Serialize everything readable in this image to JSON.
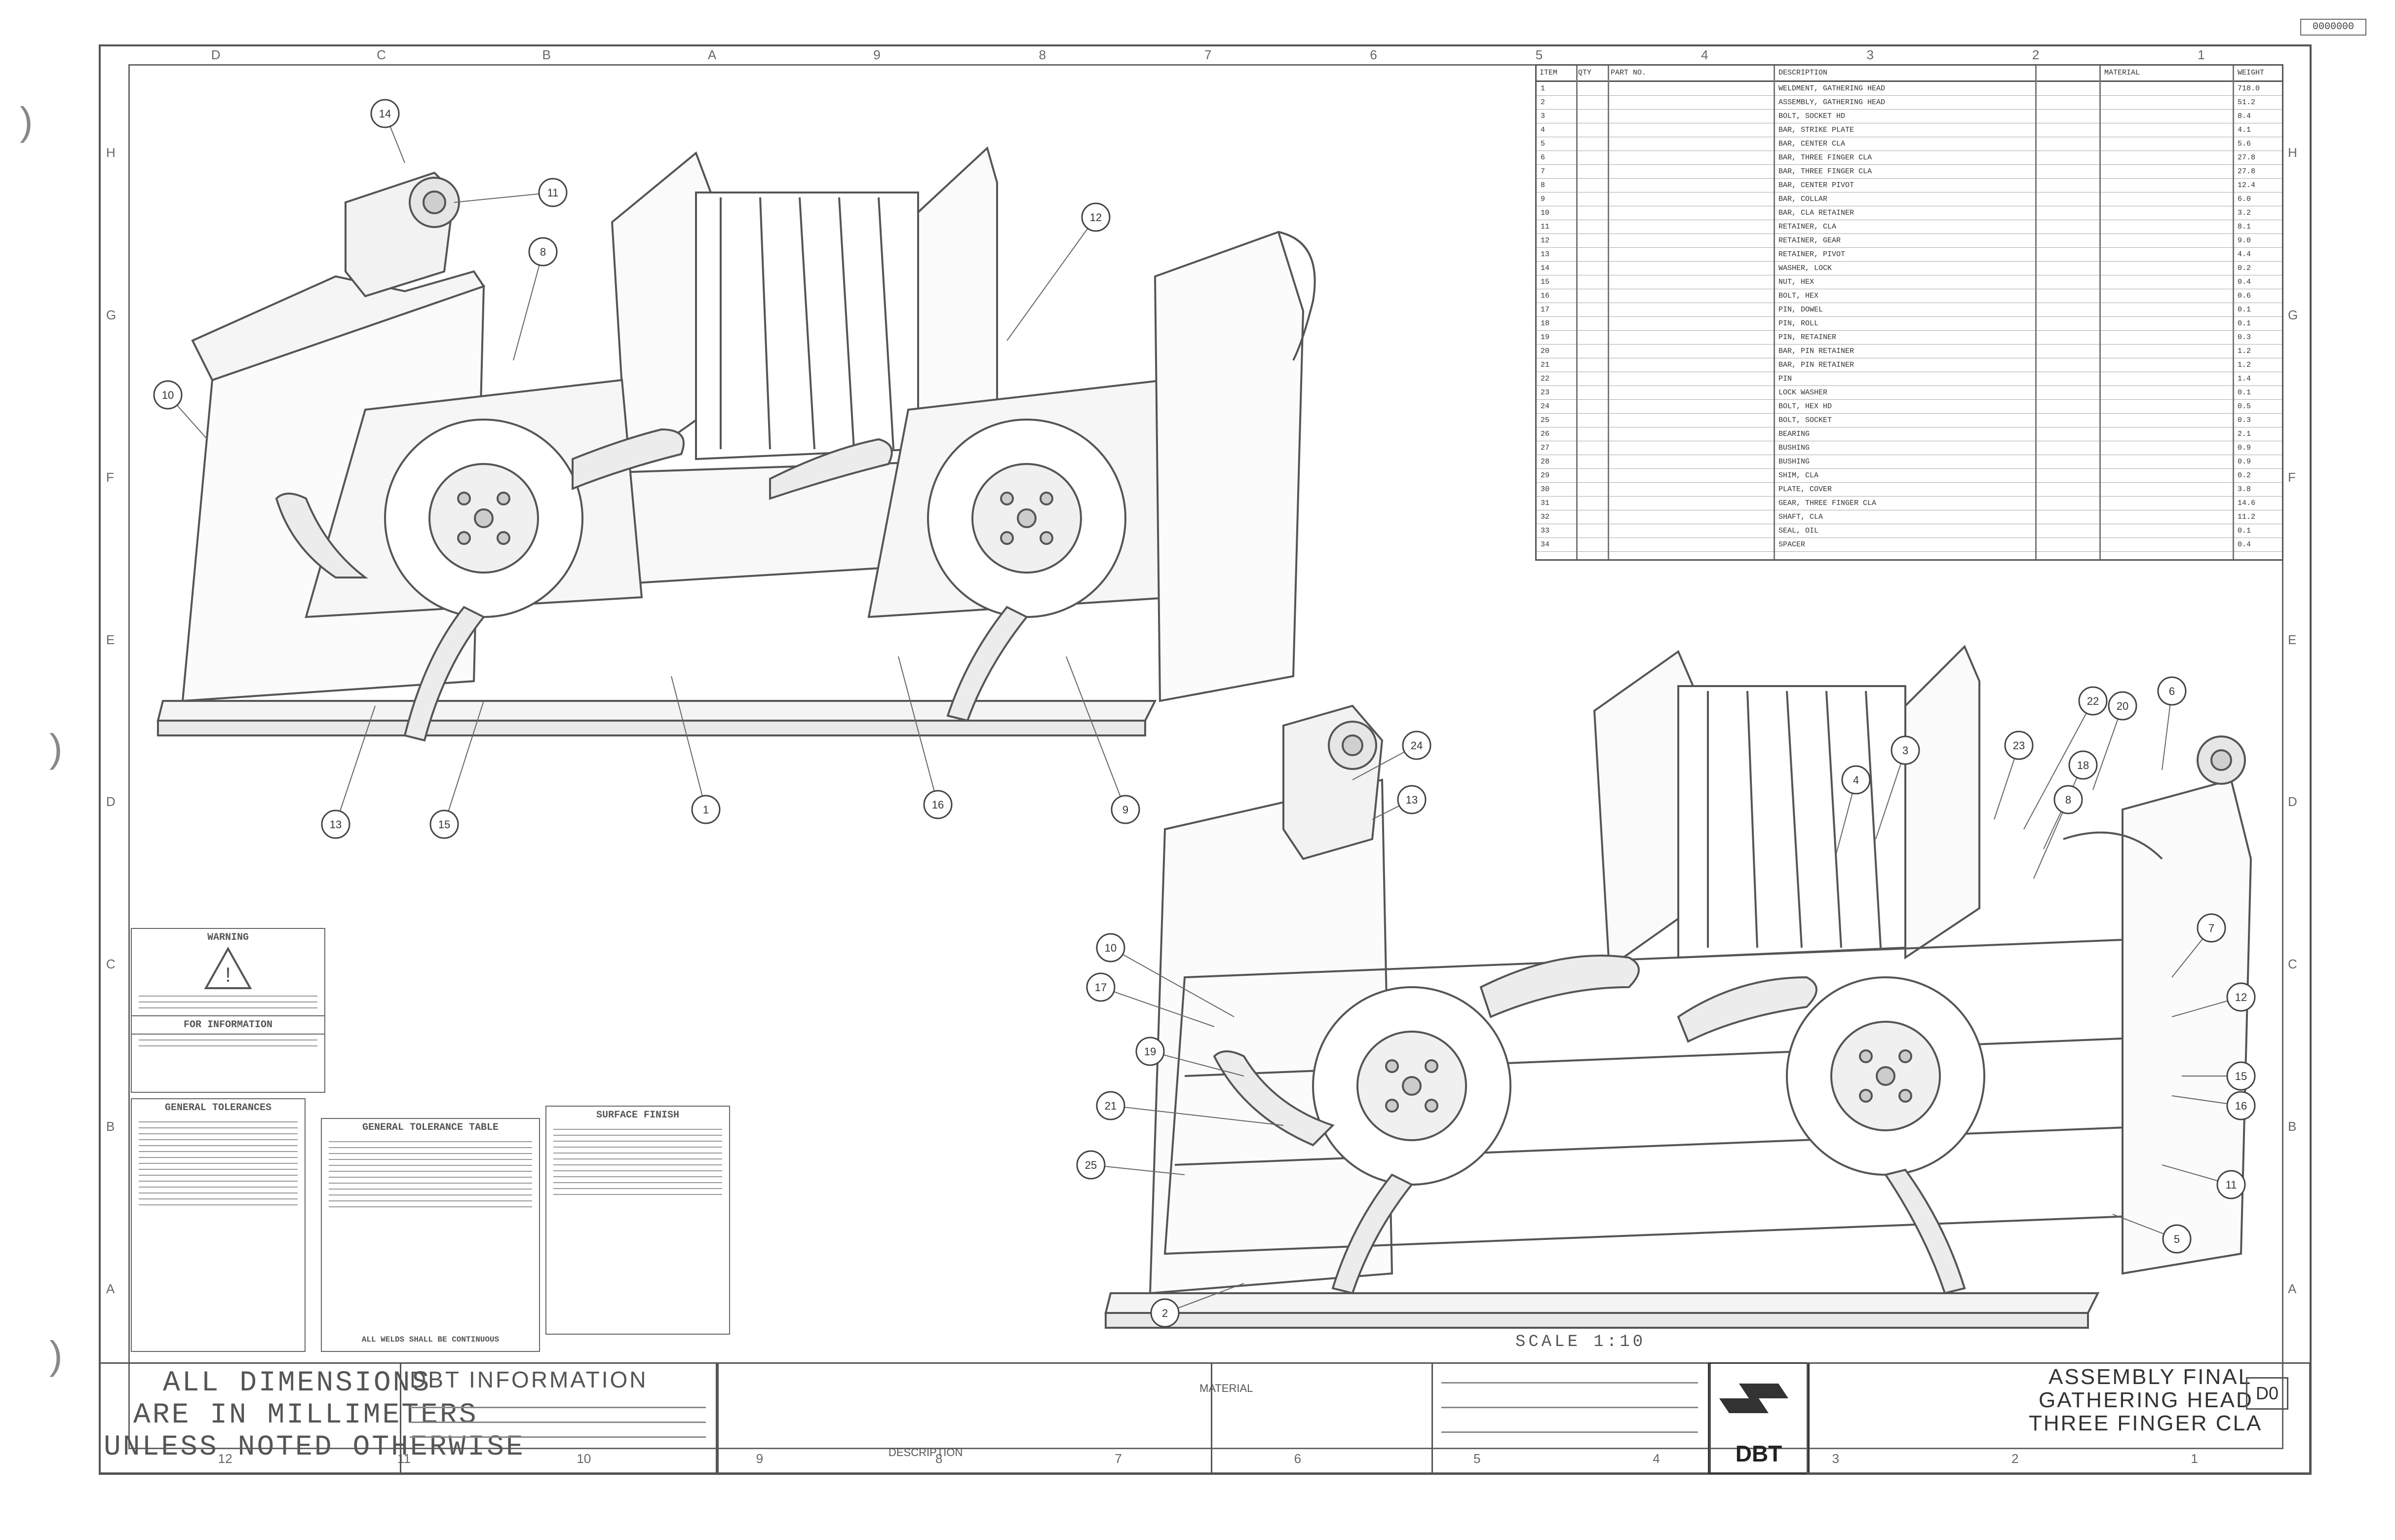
{
  "drawing": {
    "corner_id": "0000000",
    "scale_note": "SCALE 1:10",
    "margin_marks": [
      ")",
      ")",
      ")"
    ]
  },
  "zones": {
    "top": [
      "D",
      "C",
      "B",
      "A",
      "9",
      "8",
      "7",
      "6",
      "5",
      "4",
      "3",
      "2",
      "1"
    ],
    "bottom": [
      "12",
      "11",
      "10",
      "9",
      "8",
      "7",
      "6",
      "5",
      "4",
      "3",
      "2",
      "1"
    ],
    "left": [
      "H",
      "G",
      "F",
      "E",
      "D",
      "C",
      "B",
      "A"
    ],
    "right": [
      "H",
      "G",
      "F",
      "E",
      "D",
      "C",
      "B",
      "A"
    ]
  },
  "balloons_top_view": [
    "14",
    "11",
    "8",
    "10",
    "12",
    "13",
    "9",
    "1",
    "15",
    "16"
  ],
  "balloons_bottom_view": [
    "24",
    "13",
    "10",
    "17",
    "19",
    "21",
    "22",
    "20",
    "23",
    "6",
    "18",
    "8",
    "7",
    "12",
    "15",
    "16",
    "11",
    "5",
    "3",
    "4",
    "2",
    "25"
  ],
  "parts_table": {
    "headers": [
      "ITEM",
      "QTY",
      "PART NO.",
      "DESCRIPTION",
      "",
      "MATERIAL",
      "WEIGHT"
    ],
    "rows": [
      {
        "item": "1",
        "desc": "WELDMENT, GATHERING HEAD",
        "mat": "",
        "wt": "718.0"
      },
      {
        "item": "2",
        "desc": "ASSEMBLY, GATHERING HEAD",
        "mat": "",
        "wt": "51.2"
      },
      {
        "item": "3",
        "desc": "BOLT, SOCKET HD",
        "mat": "",
        "wt": "8.4"
      },
      {
        "item": "4",
        "desc": "BAR, STRIKE PLATE",
        "mat": "",
        "wt": "4.1"
      },
      {
        "item": "5",
        "desc": "BAR, CENTER CLA",
        "mat": "",
        "wt": "5.6"
      },
      {
        "item": "6",
        "desc": "BAR, THREE FINGER CLA",
        "mat": "",
        "wt": "27.8"
      },
      {
        "item": "7",
        "desc": "BAR, THREE FINGER CLA",
        "mat": "",
        "wt": "27.8"
      },
      {
        "item": "8",
        "desc": "BAR, CENTER PIVOT",
        "mat": "",
        "wt": "12.4"
      },
      {
        "item": "9",
        "desc": "BAR, COLLAR",
        "mat": "",
        "wt": "6.0"
      },
      {
        "item": "10",
        "desc": "BAR, CLA RETAINER",
        "mat": "",
        "wt": "3.2"
      },
      {
        "item": "11",
        "desc": "RETAINER, CLA",
        "mat": "",
        "wt": "8.1"
      },
      {
        "item": "12",
        "desc": "RETAINER, GEAR",
        "mat": "",
        "wt": "9.0"
      },
      {
        "item": "13",
        "desc": "RETAINER, PIVOT",
        "mat": "",
        "wt": "4.4"
      },
      {
        "item": "14",
        "desc": "WASHER, LOCK",
        "mat": "",
        "wt": "0.2"
      },
      {
        "item": "15",
        "desc": "NUT, HEX",
        "mat": "",
        "wt": "0.4"
      },
      {
        "item": "16",
        "desc": "BOLT, HEX",
        "mat": "",
        "wt": "0.6"
      },
      {
        "item": "17",
        "desc": "PIN, DOWEL",
        "mat": "",
        "wt": "0.1"
      },
      {
        "item": "18",
        "desc": "PIN, ROLL",
        "mat": "",
        "wt": "0.1"
      },
      {
        "item": "19",
        "desc": "PIN, RETAINER",
        "mat": "",
        "wt": "0.3"
      },
      {
        "item": "20",
        "desc": "BAR, PIN RETAINER",
        "mat": "",
        "wt": "1.2"
      },
      {
        "item": "21",
        "desc": "BAR, PIN RETAINER",
        "mat": "",
        "wt": "1.2"
      },
      {
        "item": "22",
        "desc": "PIN",
        "mat": "",
        "wt": "1.4"
      },
      {
        "item": "23",
        "desc": "LOCK WASHER",
        "mat": "",
        "wt": "0.1"
      },
      {
        "item": "24",
        "desc": "BOLT, HEX HD",
        "mat": "",
        "wt": "0.5"
      },
      {
        "item": "25",
        "desc": "BOLT, SOCKET",
        "mat": "",
        "wt": "0.3"
      },
      {
        "item": "26",
        "desc": "BEARING",
        "mat": "",
        "wt": "2.1"
      },
      {
        "item": "27",
        "desc": "BUSHING",
        "mat": "",
        "wt": "0.9"
      },
      {
        "item": "28",
        "desc": "BUSHING",
        "mat": "",
        "wt": "0.9"
      },
      {
        "item": "29",
        "desc": "SHIM, CLA",
        "mat": "",
        "wt": "0.2"
      },
      {
        "item": "30",
        "desc": "PLATE, COVER",
        "mat": "",
        "wt": "3.8"
      },
      {
        "item": "31",
        "desc": "GEAR, THREE FINGER CLA",
        "mat": "",
        "wt": "14.6"
      },
      {
        "item": "32",
        "desc": "SHAFT, CLA",
        "mat": "",
        "wt": "11.2"
      },
      {
        "item": "33",
        "desc": "SEAL, OIL",
        "mat": "",
        "wt": "0.1"
      },
      {
        "item": "34",
        "desc": "SPACER",
        "mat": "",
        "wt": "0.4"
      }
    ]
  },
  "notes": {
    "warning_title": "WARNING",
    "for_information": "FOR INFORMATION",
    "left_box_title": "GENERAL TOLERANCES",
    "mid_box_title": "GENERAL TOLERANCE TABLE",
    "right_box_title": "SURFACE FINISH",
    "mid_box_footer": "ALL WELDS SHALL BE CONTINUOUS",
    "description_label": "DESCRIPTION"
  },
  "title_block": {
    "dims_line1": "ALL DIMENSIONS",
    "dims_line2": "ARE IN MILLIMETERS",
    "dims_line3": "UNLESS NOTED OTHERWISE",
    "dbt_information": "DBT INFORMATION",
    "material_label": "MATERIAL",
    "company": "DBT",
    "title_line1": "ASSEMBLY FINAL",
    "title_line2": "GATHERING HEAD",
    "title_line3": "THREE FINGER CLA",
    "size": "D0"
  }
}
